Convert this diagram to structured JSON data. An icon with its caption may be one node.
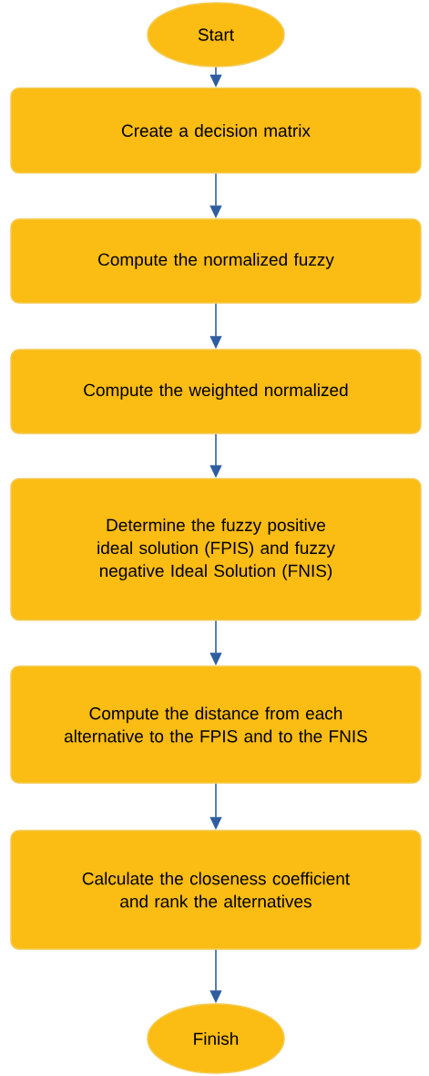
{
  "diagram": {
    "nodes": [
      {
        "text": [
          "Start"
        ]
      },
      {
        "text": [
          "Create a decision matrix"
        ]
      },
      {
        "text": [
          "Compute the normalized fuzzy"
        ]
      },
      {
        "text": [
          "Compute the weighted normalized"
        ]
      },
      {
        "text": [
          "Determine the fuzzy positive ideal solution (FPIS) and fuzzy negative Ideal Solution (FNIS)"
        ]
      },
      {
        "text": [
          "Compute the distance from each alternative to the FPIS and to the FNIS"
        ]
      },
      {
        "text": [
          "Calculate the closeness coefficient and rank the alternatives"
        ]
      },
      {
        "text": [
          "Finish"
        ]
      }
    ],
    "edges": [
      {
        "from": 0,
        "to": 1,
        "arrow": "to"
      },
      {
        "from": 1,
        "to": 2,
        "arrow": "to"
      },
      {
        "from": 2,
        "to": 3,
        "arrow": "to"
      },
      {
        "from": 3,
        "to": 4,
        "arrow": "to"
      },
      {
        "from": 4,
        "to": 5,
        "arrow": "to"
      },
      {
        "from": 5,
        "to": 6,
        "arrow": "to"
      },
      {
        "from": 6,
        "to": 7,
        "arrow": "to"
      }
    ]
  }
}
